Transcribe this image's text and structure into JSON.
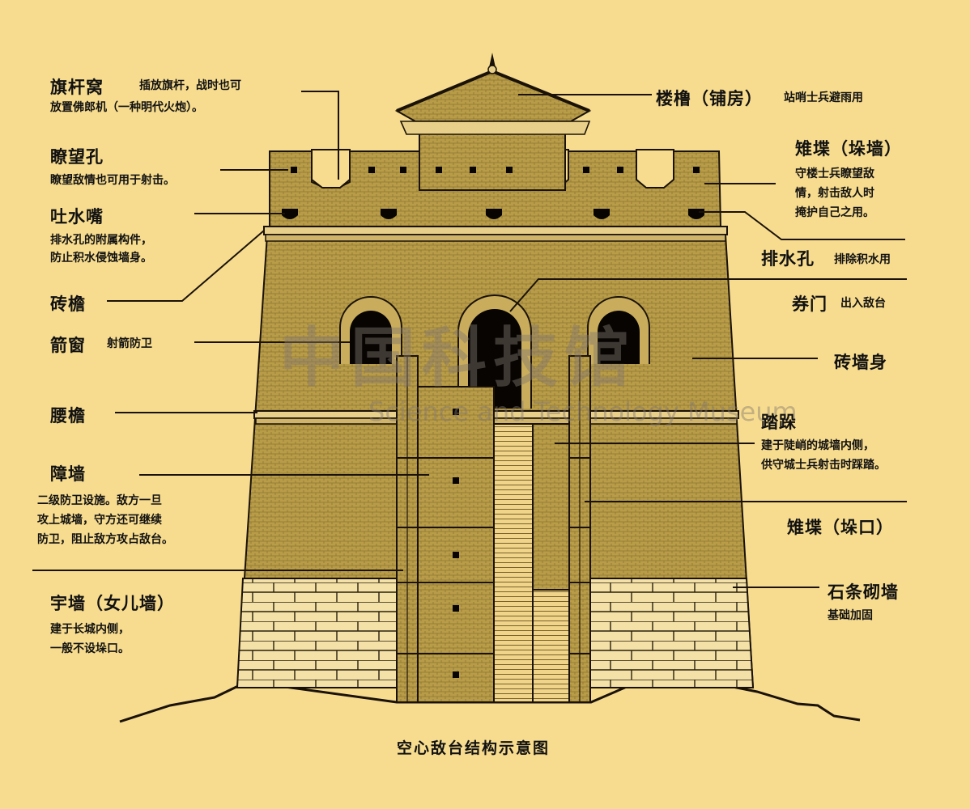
{
  "caption": "空心敌台结构示意图",
  "watermark": {
    "cn": "中国科技馆",
    "en": "Science and Technology Museum"
  },
  "labels": {
    "flagpole": {
      "title": "旗杆窝",
      "desc": [
        "插放旗杆，战时也可",
        "放置佛郎机（一种明代火炮）。"
      ]
    },
    "peephole": {
      "title": "瞭望孔",
      "desc": [
        "瞭望敌情也可用于射击。"
      ]
    },
    "spout": {
      "title": "吐水嘴",
      "desc": [
        "排水孔的附属构件，",
        "防止积水侵蚀墙身。"
      ]
    },
    "brick_eave": {
      "title": "砖檐"
    },
    "arrow_window": {
      "title": "箭窗",
      "desc": "射箭防卫"
    },
    "waist_eave": {
      "title": "腰檐"
    },
    "barrier_wall": {
      "title": "障墙",
      "desc": [
        "二级防卫设施。敌方一旦",
        "攻上城墙，守方还可继续",
        "防卫，阻止敌方攻占敌台。"
      ]
    },
    "parapet": {
      "title": "宇墙（女儿墙）",
      "desc": [
        "建于长城内侧，",
        "一般不设垛口。"
      ]
    },
    "turret_room": {
      "title": "楼橹（铺房）",
      "desc": "站哨士兵避雨用"
    },
    "battlement_top": {
      "title": "雉堞（垛墙）",
      "desc": [
        "守楼士兵瞭望敌",
        "情，射击敌人时",
        "掩护自己之用。"
      ]
    },
    "drain": {
      "title": "排水孔",
      "desc": "排除积水用"
    },
    "arch_door": {
      "title": "券门",
      "desc": "出入敌台"
    },
    "brick_body": {
      "title": "砖墙身"
    },
    "steps": {
      "title": "踏跺",
      "desc": [
        "建于陡峭的城墙内侧，",
        "供守城士兵射击时踩踏。"
      ]
    },
    "crenel": {
      "title": "雉堞（垛口）"
    },
    "stone_wall": {
      "title": "石条砌墙",
      "desc": "基础加固"
    }
  },
  "colors": {
    "background": "#f7dc8f",
    "brick": "#b79a45",
    "brick_dark": "#8b7330",
    "stone": "#f3e1a8",
    "outline": "#1a1208",
    "opening": "#070402"
  }
}
